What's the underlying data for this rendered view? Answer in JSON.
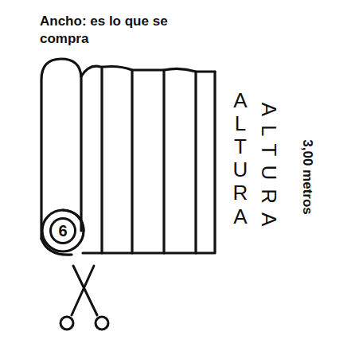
{
  "diagram": {
    "nodes": [
      {
        "text": [
          "6"
        ]
      }
    ],
    "labels": [
      "Ancho: es lo que se compra",
      "ALTURA",
      "ALTURA",
      "3,00 metros"
    ]
  }
}
